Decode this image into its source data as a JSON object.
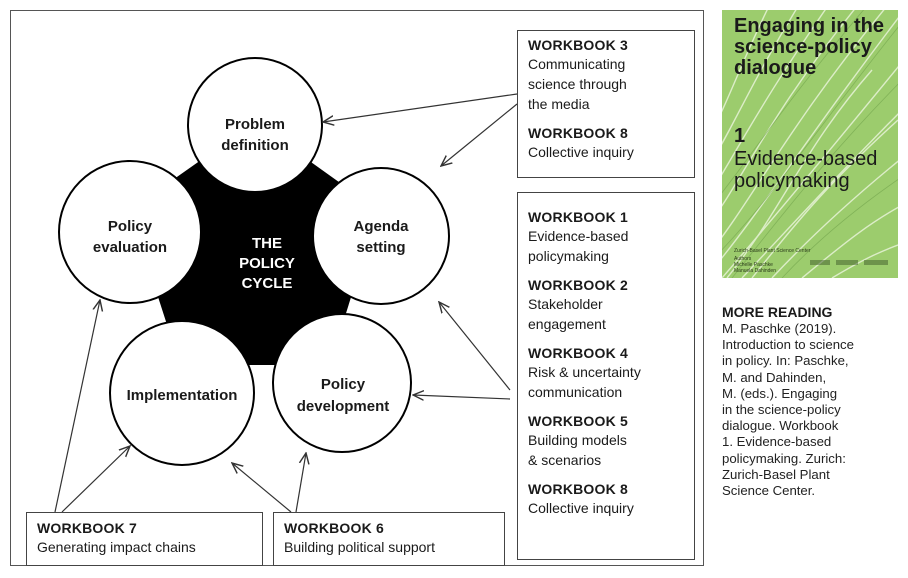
{
  "cycle": {
    "center": [
      "THE",
      "POLICY",
      "CYCLE"
    ],
    "stages": [
      {
        "lines": [
          "Problem",
          "definition"
        ]
      },
      {
        "lines": [
          "Agenda",
          "setting"
        ]
      },
      {
        "lines": [
          "Policy",
          "development"
        ]
      },
      {
        "lines": [
          "Implementation"
        ]
      },
      {
        "lines": [
          "Policy",
          "evaluation"
        ]
      }
    ]
  },
  "boxes": {
    "top_right": [
      {
        "title": "WORKBOOK 3",
        "lines": [
          "Communicating",
          "science through",
          "the media"
        ]
      },
      {
        "title": "WORKBOOK 8",
        "lines": [
          "Collective inquiry"
        ]
      }
    ],
    "right": [
      {
        "title": "WORKBOOK 1",
        "lines": [
          "Evidence-based",
          "policymaking"
        ]
      },
      {
        "title": "WORKBOOK 2",
        "lines": [
          "Stakeholder",
          "engagement"
        ]
      },
      {
        "title": "WORKBOOK 4",
        "lines": [
          "Risk & uncertainty",
          "communication"
        ]
      },
      {
        "title": "WORKBOOK 5",
        "lines": [
          "Building models",
          "& scenarios"
        ]
      },
      {
        "title": "WORKBOOK 8",
        "lines": [
          "Collective inquiry"
        ]
      }
    ],
    "bottom_left": {
      "title": "WORKBOOK 7",
      "lines": [
        "Generating impact chains"
      ]
    },
    "bottom_middle": {
      "title": "WORKBOOK 6",
      "lines": [
        "Building political support"
      ]
    }
  },
  "cover": {
    "title_lines": [
      "Engaging in the",
      "science-policy",
      "dialogue"
    ],
    "number": "1",
    "subtitle_lines": [
      "Evidence-based",
      "policymaking"
    ],
    "small_lines": [
      "Zurich-Basel Plant Science Center",
      "Authors",
      "Michelle Paschke",
      "Manuela Dahinden"
    ]
  },
  "more_reading": {
    "title": "MORE READING",
    "lines": [
      "M. Paschke (2019).",
      "Introduction to science",
      "in policy. In: Paschke,",
      "M. and Dahinden,",
      "M. (eds.). Engaging",
      "in the science-policy",
      "dialogue. Workbook",
      "1. Evidence-based",
      "policymaking. Zurich:",
      "Zurich-Basel Plant",
      "Science Center."
    ]
  },
  "colors": {
    "ring": "#000000",
    "circle_fill": "#ffffff",
    "cover_green": "#9ccc6d",
    "text": "#1a1a1a"
  }
}
